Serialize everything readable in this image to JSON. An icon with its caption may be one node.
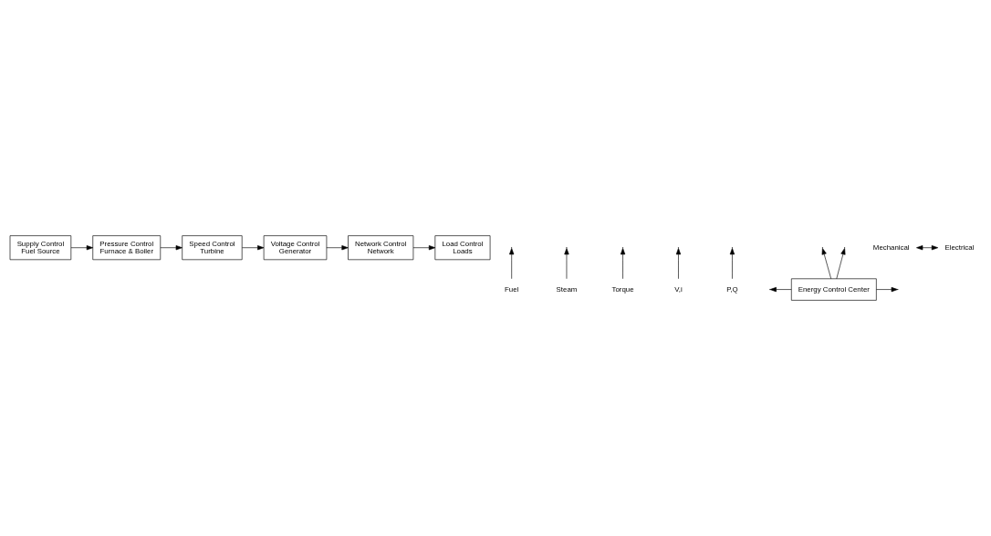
{
  "diagram": {
    "nodes": [
      {
        "text": [
          "Supply Control",
          "Fuel Source"
        ]
      },
      {
        "text": [
          "Pressure Control",
          "Furnace & Boiler"
        ]
      },
      {
        "text": [
          "Speed Control",
          "Turbine"
        ]
      },
      {
        "text": [
          "Voltage Control",
          "Generator"
        ]
      },
      {
        "text": [
          "Network Control",
          "Network"
        ]
      },
      {
        "text": [
          "Load Control",
          "Loads"
        ]
      },
      {
        "text": [
          "Fuel"
        ]
      },
      {
        "text": [
          "Steam"
        ]
      },
      {
        "text": [
          "Torque"
        ]
      },
      {
        "text": [
          "V,i"
        ]
      },
      {
        "text": [
          "P,Q"
        ]
      },
      {
        "text": [
          "Energy Control Center"
        ]
      },
      {
        "text": [
          "Mechanical"
        ]
      },
      {
        "text": [
          "Electrical"
        ]
      }
    ],
    "edges": [
      {
        "from": 0,
        "to": 1,
        "arrow": "to"
      },
      {
        "from": 1,
        "to": 2,
        "arrow": "to"
      },
      {
        "from": 2,
        "to": 3,
        "arrow": "to"
      },
      {
        "from": 3,
        "to": 4,
        "arrow": "to"
      },
      {
        "from": 4,
        "to": 5,
        "arrow": "to"
      },
      {
        "from": 6,
        "to": null,
        "arrow": "to"
      },
      {
        "from": 7,
        "to": null,
        "arrow": "to"
      },
      {
        "from": 8,
        "to": null,
        "arrow": "to"
      },
      {
        "from": 9,
        "to": null,
        "arrow": "to"
      },
      {
        "from": 10,
        "to": null,
        "arrow": "to"
      },
      {
        "from": 11,
        "to": null,
        "arrow": "to"
      },
      {
        "from": 11,
        "to": null,
        "arrow": "to"
      },
      {
        "from": 11,
        "to": null,
        "arrow": "to"
      },
      {
        "from": 11,
        "to": null,
        "arrow": "to"
      },
      {
        "from": 12,
        "to": 13,
        "arrow": "both"
      }
    ]
  }
}
